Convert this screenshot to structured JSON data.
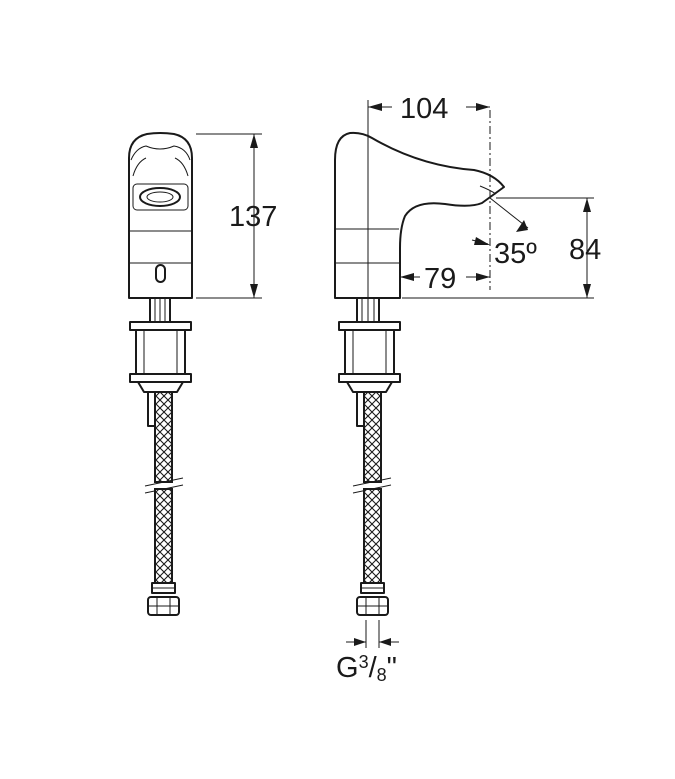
{
  "dimensions": {
    "height_front": "137",
    "spout_reach": "104",
    "spout_offset": "79",
    "spout_height": "84",
    "spout_angle": "35º",
    "thread_prefix": "G",
    "thread_num": "3",
    "thread_den": "8",
    "thread_suffix": "\""
  },
  "colors": {
    "line": "#1a1a1a",
    "background": "#ffffff"
  }
}
